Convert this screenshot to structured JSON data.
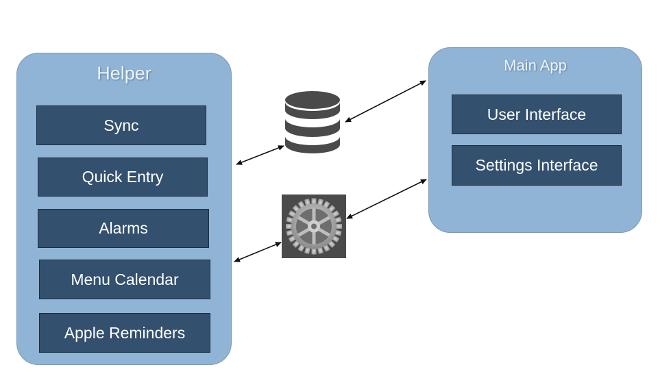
{
  "helper": {
    "title": "Helper",
    "items": [
      {
        "label": "Sync"
      },
      {
        "label": "Quick Entry"
      },
      {
        "label": "Alarms"
      },
      {
        "label": "Menu Calendar"
      },
      {
        "label": "Apple Reminders"
      }
    ]
  },
  "main_app": {
    "title": "Main App",
    "items": [
      {
        "label": "User Interface"
      },
      {
        "label": "Settings Interface"
      }
    ]
  },
  "icons": {
    "storage": "database-icon",
    "system": "gear-icon"
  },
  "colors": {
    "panel_fill": "#8fb4d6",
    "box_fill": "#33506e",
    "icon_dark": "#4a4a4a"
  }
}
